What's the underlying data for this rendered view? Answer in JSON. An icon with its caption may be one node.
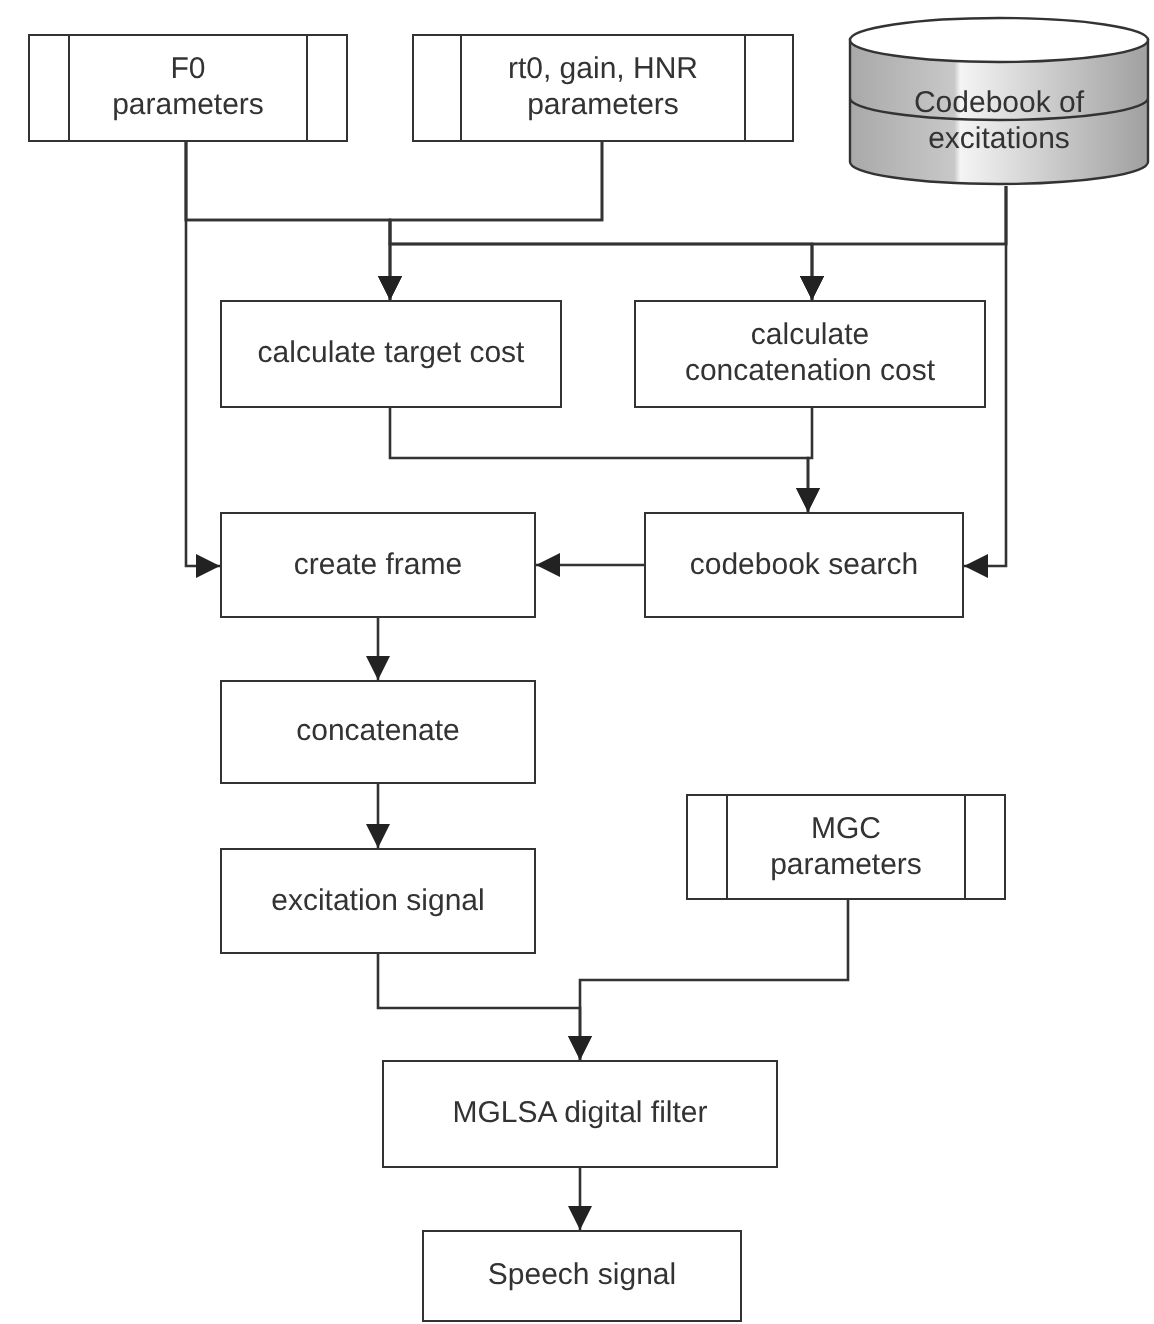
{
  "diagram": {
    "nodes": [
      {
        "text": [
          "F0 parameters"
        ]
      },
      {
        "text": [
          "rt0, gain, HNR parameters"
        ]
      },
      {
        "text": [
          "Codebook of excitations"
        ]
      },
      {
        "text": [
          "calculate target cost"
        ]
      },
      {
        "text": [
          "calculate concatenation cost"
        ]
      },
      {
        "text": [
          "create frame"
        ]
      },
      {
        "text": [
          "codebook search"
        ]
      },
      {
        "text": [
          "concatenate"
        ]
      },
      {
        "text": [
          "excitation signal"
        ]
      },
      {
        "text": [
          "MGC parameters"
        ]
      },
      {
        "text": [
          "MGLSA digital filter"
        ]
      },
      {
        "text": [
          "Speech signal"
        ]
      }
    ],
    "edges": [
      {
        "from": 0,
        "to": 3,
        "arrow": "to"
      },
      {
        "from": 0,
        "to": 4,
        "arrow": "to"
      },
      {
        "from": 1,
        "to": 3,
        "arrow": "to"
      },
      {
        "from": 1,
        "to": 4,
        "arrow": "to"
      },
      {
        "from": 2,
        "to": 3,
        "arrow": "to"
      },
      {
        "from": 2,
        "to": 4,
        "arrow": "to"
      },
      {
        "from": 2,
        "to": 6,
        "arrow": "to"
      },
      {
        "from": 0,
        "to": 5,
        "arrow": "to"
      },
      {
        "from": 3,
        "to": 6,
        "arrow": "to"
      },
      {
        "from": 4,
        "to": 6,
        "arrow": "to"
      },
      {
        "from": 6,
        "to": 5,
        "arrow": "to"
      },
      {
        "from": 5,
        "to": 7,
        "arrow": "to"
      },
      {
        "from": 7,
        "to": 8,
        "arrow": "to"
      },
      {
        "from": 8,
        "to": 10,
        "arrow": "to"
      },
      {
        "from": 9,
        "to": 10,
        "arrow": "to"
      },
      {
        "from": 10,
        "to": 11,
        "arrow": "to"
      }
    ]
  }
}
